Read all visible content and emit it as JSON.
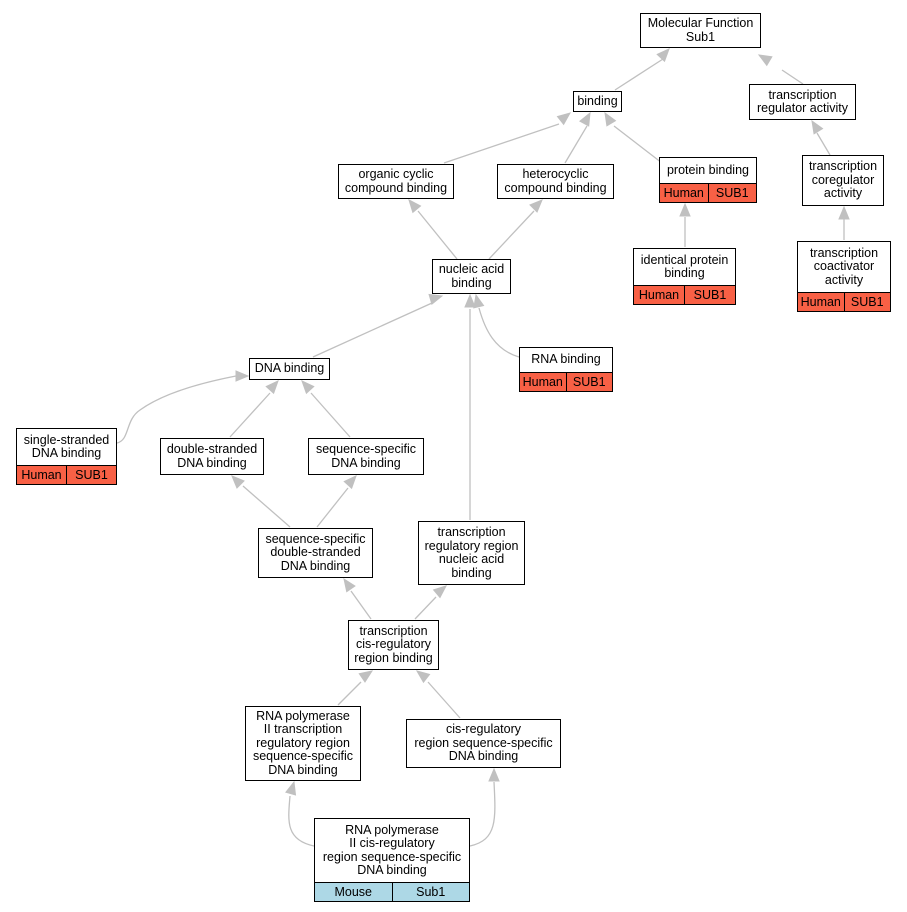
{
  "colors": {
    "human_tag": "#f86045",
    "mouse_tag": "#add8e6",
    "edge": "#c0c0c0"
  },
  "nodes": {
    "mf": {
      "label": "Molecular Function\nSub1"
    },
    "bind": {
      "label": "binding"
    },
    "tra": {
      "label": "transcription\nregulator activity"
    },
    "ocb": {
      "label": "organic cyclic\ncompound binding"
    },
    "hcb": {
      "label": "heterocyclic\ncompound binding"
    },
    "pb": {
      "label": "protein binding",
      "tags": [
        {
          "text": "Human",
          "kind": "human"
        },
        {
          "text": "SUB1",
          "kind": "human"
        }
      ]
    },
    "tcra": {
      "label": "transcription\ncoregulator\nactivity"
    },
    "ipb": {
      "label": "identical protein\nbinding",
      "tags": [
        {
          "text": "Human",
          "kind": "human"
        },
        {
          "text": "SUB1",
          "kind": "human"
        }
      ]
    },
    "tcoa": {
      "label": "transcription\ncoactivator\nactivity",
      "tags": [
        {
          "text": "Human",
          "kind": "human"
        },
        {
          "text": "SUB1",
          "kind": "human"
        }
      ]
    },
    "nab": {
      "label": "nucleic acid\nbinding"
    },
    "rnab": {
      "label": "RNA binding",
      "tags": [
        {
          "text": "Human",
          "kind": "human"
        },
        {
          "text": "SUB1",
          "kind": "human"
        }
      ]
    },
    "dnab": {
      "label": "DNA binding"
    },
    "ssdb": {
      "label": "single-stranded\nDNA binding",
      "tags": [
        {
          "text": "Human",
          "kind": "human"
        },
        {
          "text": "SUB1",
          "kind": "human"
        }
      ]
    },
    "dsdb": {
      "label": "double-stranded\nDNA binding"
    },
    "sqdb": {
      "label": "sequence-specific\nDNA binding"
    },
    "ssdsd": {
      "label": "sequence-specific\ndouble-stranded\nDNA binding"
    },
    "trrn": {
      "label": "transcription\nregulatory region\nnucleic acid\nbinding"
    },
    "tcrb": {
      "label": "transcription\ncis-regulatory\nregion binding"
    },
    "rp2t": {
      "label": "RNA polymerase\nII transcription\nregulatory region\nsequence-specific\nDNA binding"
    },
    "crss": {
      "label": "cis-regulatory\nregion sequence-specific\nDNA binding"
    },
    "rp2c": {
      "label": "RNA polymerase\nII cis-regulatory\nregion sequence-specific\nDNA binding",
      "tags": [
        {
          "text": "Mouse",
          "kind": "mouse"
        },
        {
          "text": "Sub1",
          "kind": "mouse"
        }
      ]
    }
  },
  "edges": [
    [
      "bind",
      "mf"
    ],
    [
      "tra",
      "mf"
    ],
    [
      "ocb",
      "bind"
    ],
    [
      "hcb",
      "bind"
    ],
    [
      "pb",
      "bind"
    ],
    [
      "tcra",
      "tra"
    ],
    [
      "ipb",
      "pb"
    ],
    [
      "tcoa",
      "tcra"
    ],
    [
      "nab",
      "ocb"
    ],
    [
      "nab",
      "hcb"
    ],
    [
      "dnab",
      "nab"
    ],
    [
      "rnab",
      "nab"
    ],
    [
      "trrn",
      "nab"
    ],
    [
      "ssdb",
      "dnab"
    ],
    [
      "dsdb",
      "dnab"
    ],
    [
      "sqdb",
      "dnab"
    ],
    [
      "ssdsd",
      "dsdb"
    ],
    [
      "ssdsd",
      "sqdb"
    ],
    [
      "tcrb",
      "ssdsd"
    ],
    [
      "tcrb",
      "trrn"
    ],
    [
      "rp2t",
      "tcrb"
    ],
    [
      "crss",
      "tcrb"
    ],
    [
      "rp2c",
      "rp2t"
    ],
    [
      "rp2c",
      "crss"
    ]
  ]
}
